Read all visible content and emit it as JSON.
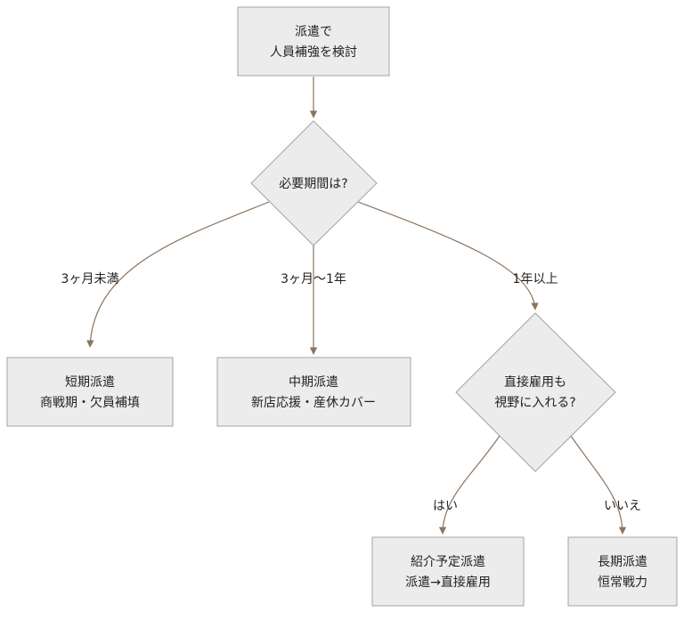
{
  "nodes": {
    "start": {
      "line1": "派遣で",
      "line2": "人員補強を検討"
    },
    "q_period": {
      "label": "必要期間は?"
    },
    "short": {
      "line1": "短期派遣",
      "line2": "商戦期・欠員補填"
    },
    "mid": {
      "line1": "中期派遣",
      "line2": "新店応援・産休カバー"
    },
    "q_direct": {
      "line1": "直接雇用も",
      "line2": "視野に入れる?"
    },
    "intro": {
      "line1": "紹介予定派遣",
      "line2": "派遣→直接雇用"
    },
    "long": {
      "line1": "長期派遣",
      "line2": "恒常戦力"
    }
  },
  "edges": {
    "short_label": "3ヶ月未満",
    "mid_label": "3ヶ月〜1年",
    "long_label": "1年以上",
    "yes_label": "はい",
    "no_label": "いいえ"
  },
  "colors": {
    "node_fill": "#ececec",
    "node_stroke": "#a3a3a3",
    "edge": "#8a7560",
    "text": "#222222"
  }
}
